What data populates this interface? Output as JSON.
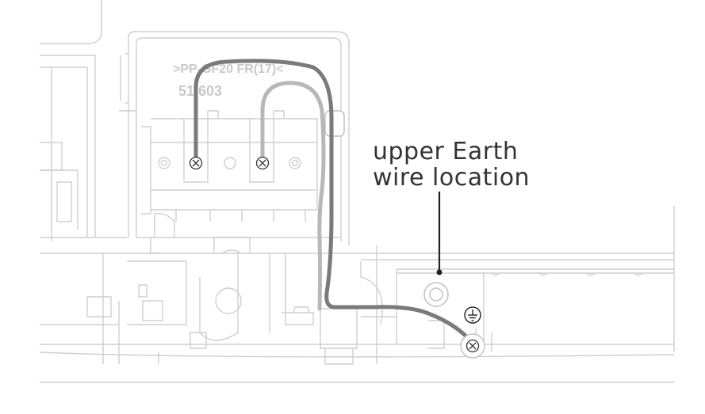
{
  "callout": {
    "line1": "upper Earth",
    "line2": "wire location"
  },
  "part_marking": {
    "line1": ">PP-GF20 FR(17)<",
    "line2": "51 603"
  },
  "colors": {
    "outline": "#cfcfcf",
    "dark_wire": "#7a7a7a",
    "light_wire": "#b8b8b8",
    "leader_line": "#222222",
    "text": "#333333"
  },
  "icons": [
    "earth-symbol-icon",
    "screw-terminal-icon"
  ]
}
